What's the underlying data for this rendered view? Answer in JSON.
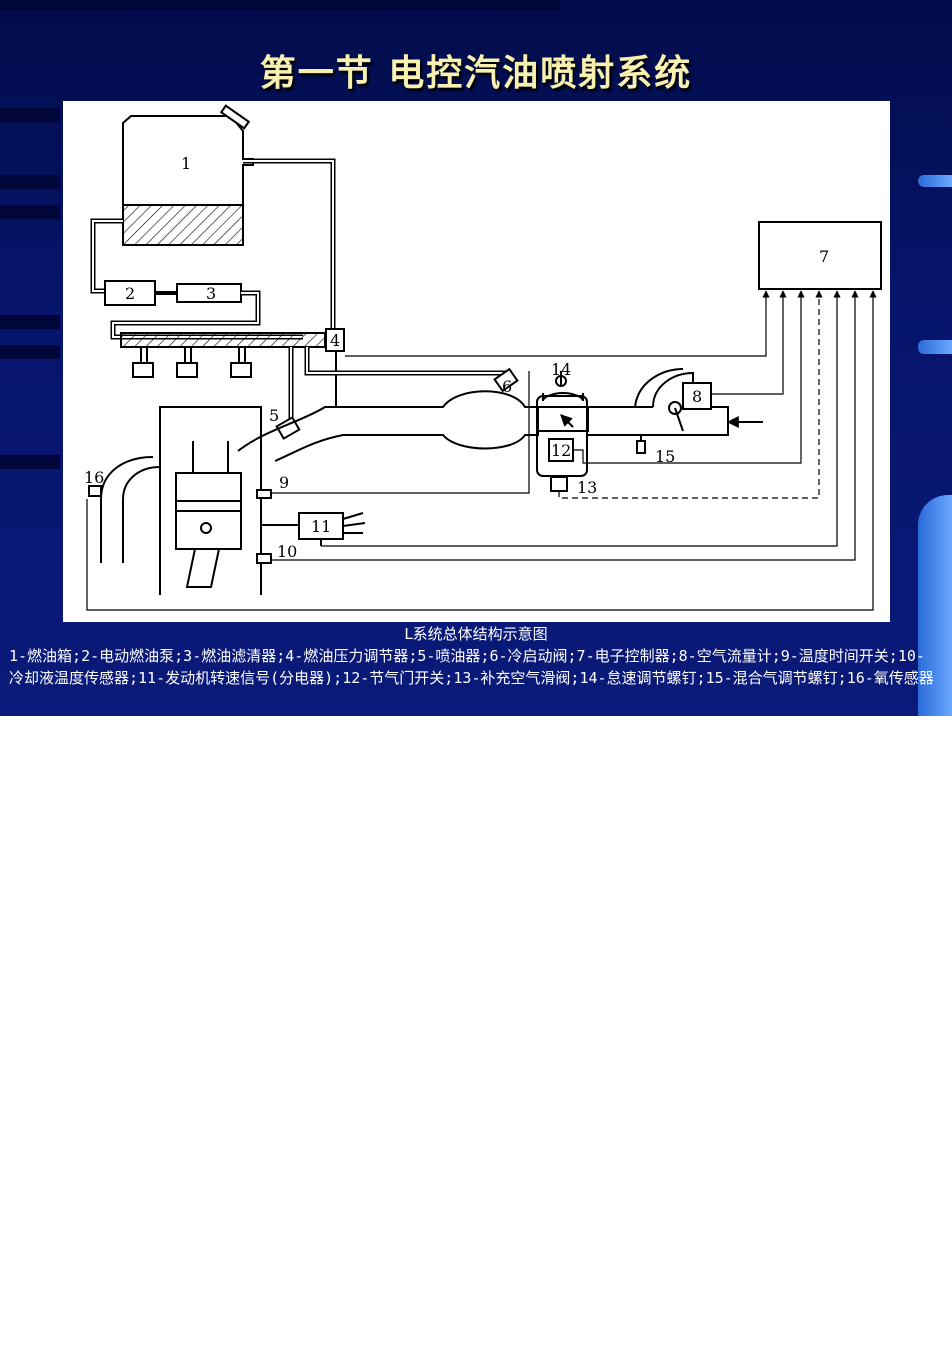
{
  "title": "第一节 电控汽油喷射系统",
  "caption": "L系统总体结构示意图",
  "legend": "1-燃油箱;2-电动燃油泵;3-燃油滤清器;4-燃油压力调节器;5-喷油器;6-冷启动阀;7-电子控制器;8-空气流量计;9-温度时间开关;10-冷却液温度传感器;11-发动机转速信号(分电器);12-节气门开关;13-补充空气滑阀;14-怠速调节螺钉;15-混合气调节螺钉;16-氧传感器",
  "diagram": {
    "labels": {
      "l1": "1",
      "l2": "2",
      "l3": "3",
      "l4": "4",
      "l5": "5",
      "l6": "6",
      "l7": "7",
      "l8": "8",
      "l9": "9",
      "l10": "10",
      "l11": "11",
      "l12": "12",
      "l13": "13",
      "l14": "14",
      "l15": "15",
      "l16": "16"
    }
  }
}
